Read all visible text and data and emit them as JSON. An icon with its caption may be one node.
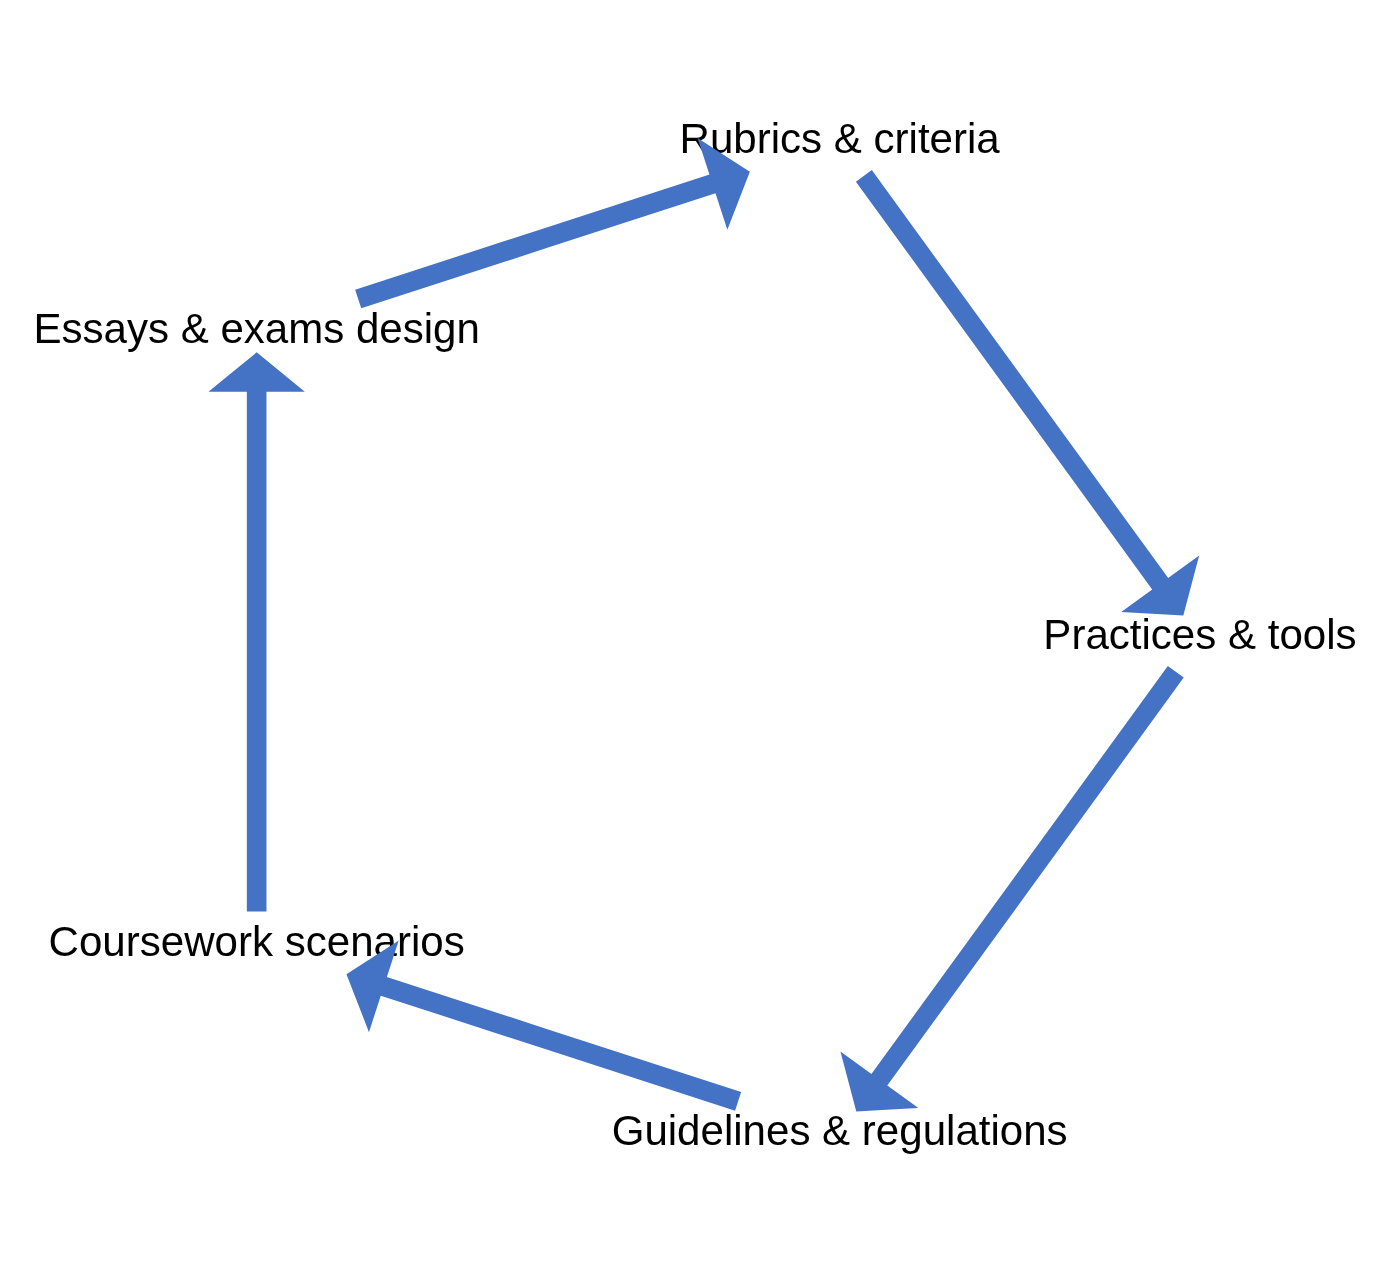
{
  "diagram": {
    "nodes": [
      {
        "text": [
          "Guidelines & regulations"
        ]
      },
      {
        "text": [
          "Coursework scenarios"
        ]
      },
      {
        "text": [
          "Essays & exams design"
        ]
      },
      {
        "text": [
          "Rubrics & criteria"
        ]
      },
      {
        "text": [
          "Practices & tools"
        ]
      }
    ],
    "edges": [
      {
        "from": 0,
        "to": 1,
        "arrow": "to"
      },
      {
        "from": 1,
        "to": 2,
        "arrow": "to"
      },
      {
        "from": 2,
        "to": 3,
        "arrow": "to"
      },
      {
        "from": 3,
        "to": 4,
        "arrow": "to"
      },
      {
        "from": 4,
        "to": 0,
        "arrow": "to"
      }
    ]
  }
}
